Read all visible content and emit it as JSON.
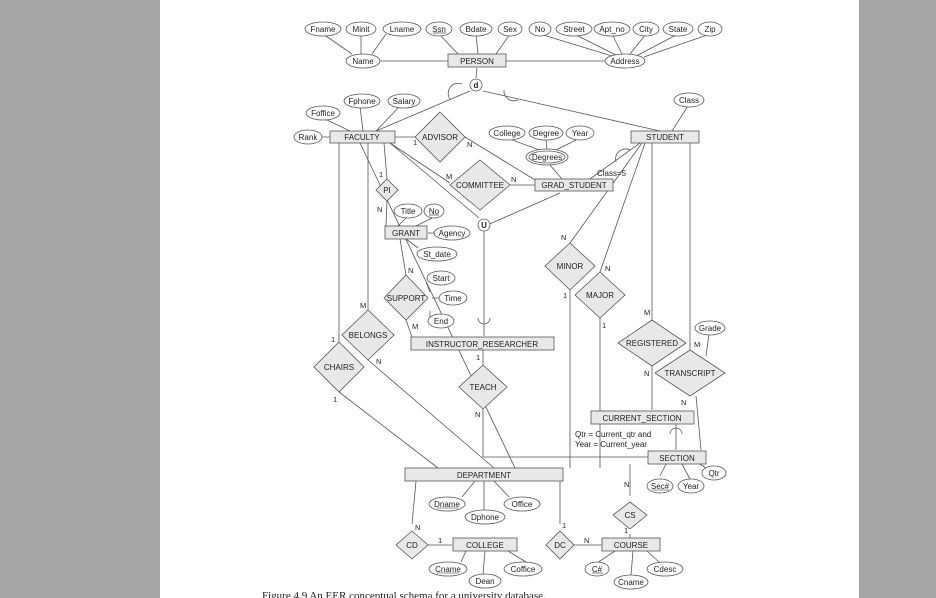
{
  "colors": {
    "background": "#a6a6a6",
    "page": "#ffffff",
    "entity_fill": "#e8e8e8",
    "relationship_fill": "#e8e8e8",
    "line": "#555555",
    "text": "#222222"
  },
  "entities": {
    "person": "PERSON",
    "faculty": "FACULTY",
    "student": "STUDENT",
    "grad_student": "GRAD_STUDENT",
    "grant": "GRANT",
    "instructor_researcher": "INSTRUCTOR_RESEARCHER",
    "current_section": "CURRENT_SECTION",
    "section": "SECTION",
    "department": "DEPARTMENT",
    "college": "COLLEGE",
    "course": "COURSE"
  },
  "relationships": {
    "advisor": "ADVISOR",
    "committee": "COMMITTEE",
    "pi": "PI",
    "support": "SUPPORT",
    "minor": "MINOR",
    "major": "MAJOR",
    "registered": "REGISTERED",
    "transcript": "TRANSCRIPT",
    "belongs": "BELONGS",
    "chairs": "CHAIRS",
    "teach": "TEACH",
    "cs": "CS",
    "cd": "CD",
    "dc": "DC"
  },
  "attributes": {
    "fname": "Fname",
    "minit": "Minit",
    "lname": "Lname",
    "ssn": "Ssn",
    "bdate": "Bdate",
    "sex": "Sex",
    "no": "No",
    "street": "Street",
    "apt_no": "Apt_no",
    "city": "City",
    "state": "State",
    "zip": "Zip",
    "name": "Name",
    "address": "Address",
    "foffice": "Foffice",
    "fphone": "Fphone",
    "salary": "Salary",
    "rank": "Rank",
    "class": "Class",
    "college": "College",
    "degree": "Degree",
    "year": "Year",
    "degrees": "Degrees",
    "title": "Title",
    "grant_no": "No",
    "agency": "Agency",
    "st_date": "St_date",
    "start": "Start",
    "time": "Time",
    "end": "End",
    "grade": "Grade",
    "qtr": "Qtr",
    "sec_no": "Sec#",
    "section_year": "Year",
    "dname": "Dname",
    "dphone": "Dphone",
    "office": "Office",
    "cname": "Cname",
    "coffice": "Coffice",
    "dean": "Dean",
    "c_no": "C#",
    "cdesc": "Cdesc",
    "course_cname": "Cname"
  },
  "symbols": {
    "disjoint": "d",
    "union": "U"
  },
  "annotations": {
    "class_5": "Class=5",
    "qtr_cond": "Qtr = Current_qtr and",
    "year_cond": "Year = Current_year"
  },
  "cardinalities": {
    "advisor_faculty": "1",
    "advisor_grad": "N",
    "committee_faculty": "M",
    "committee_grad": "N",
    "pi_faculty": "1",
    "pi_grant": "N",
    "support_grant": "N",
    "support_ir": "M",
    "minor_student": "N",
    "minor_dept": "1",
    "major_student": "N",
    "major_dept": "1",
    "registered_student": "M",
    "registered_section": "N",
    "transcript_student": "M",
    "transcript_section": "N",
    "belongs_faculty": "M",
    "belongs_dept": "N",
    "chairs_faculty": "1",
    "chairs_dept": "1",
    "teach_ir": "1",
    "teach_section": "N",
    "cs_section": "N",
    "cs_course": "1",
    "cd_dept": "N",
    "cd_college": "1",
    "dc_dept": "1",
    "dc_course": "N"
  },
  "caption": "Figure 4.9   An EER conceptual schema for a university database."
}
